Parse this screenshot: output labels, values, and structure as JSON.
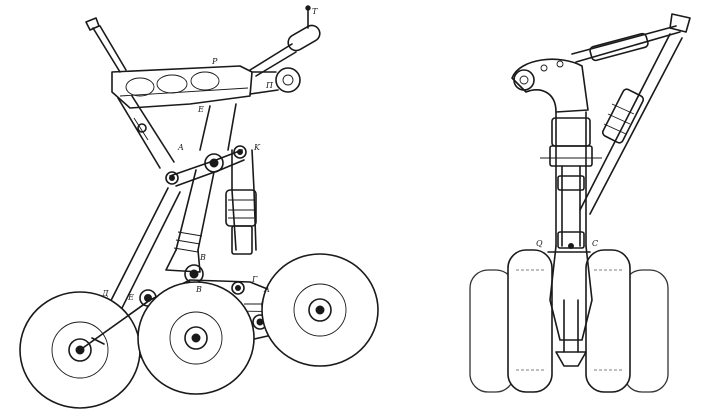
{
  "labels": {
    "top_tag": "T",
    "upper_brace_1": "P",
    "upper_brace_2": "П",
    "upper_brace_3": "E",
    "mid_joint_1": "A",
    "mid_joint_2": "K",
    "lower_joint_1": "B",
    "lower_joint_2": "B",
    "lower_joint_3": "Г",
    "lower_joint_4": "A",
    "rear_link_1": "Д",
    "rear_link_2": "E",
    "side_left": "Q",
    "side_right": "C"
  },
  "colors": {
    "ink": "#1a1a1a",
    "paper": "#ffffff"
  }
}
